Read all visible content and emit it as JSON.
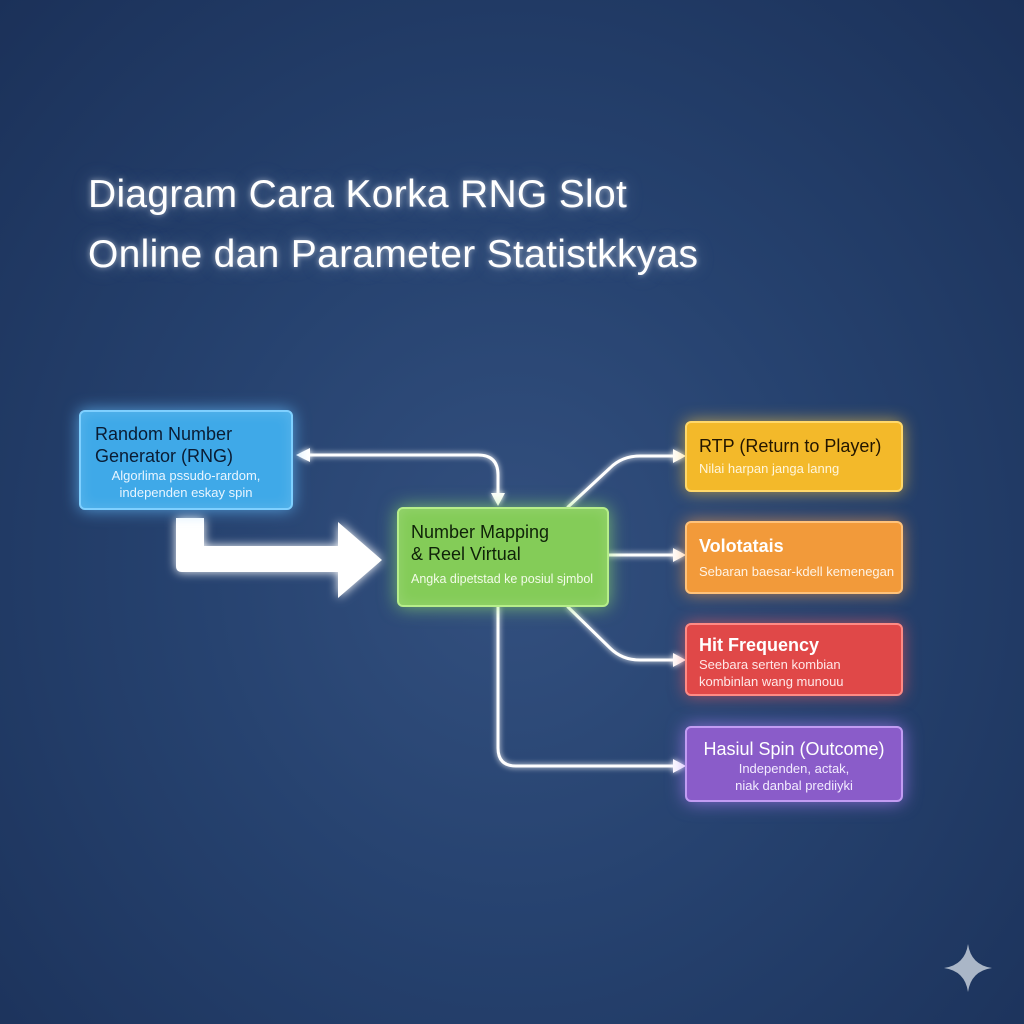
{
  "title": {
    "line1": "Diagram Cara Korka RNG Slot",
    "line2": "Online dan Parameter  Statistkkyas"
  },
  "nodes": {
    "rng": {
      "title_line1": "Random Number",
      "title_line2": "Generator (RNG)",
      "desc_line1": "Algorlima pssudo-rardom,",
      "desc_line2": "independen eskay spin"
    },
    "mapping": {
      "title_line1": "Number Mapping",
      "title_line2": "& Reel Virtual",
      "desc_line1": "Angka dipetstad ke posiul sjmbol"
    },
    "rtp": {
      "title": "RTP (Return to Player)",
      "desc_line1": "Nilai harpan janga lanng"
    },
    "volatility": {
      "title": "Volotatais",
      "desc_line1": "Sebaran baesar-kdell kemenegan"
    },
    "hit_frequency": {
      "title": "Hit Frequency",
      "desc_line1": "Seebara serten kombian",
      "desc_line2": "kombinlan wang munouu"
    },
    "outcome": {
      "title": "Hasiul Spin (Outcome)",
      "desc_line1": "Independen, actak,",
      "desc_line2": "niak danbal prediiyki"
    }
  },
  "colors": {
    "background": "#26426f",
    "rng": "#3fa9e8",
    "mapping": "#84cc58",
    "rtp": "#f3b92a",
    "volatility": "#f29a3a",
    "hit_frequency": "#e04848",
    "outcome": "#8a5cc9",
    "connector": "#ffffff"
  },
  "icons": {
    "corner": "sparkle-icon"
  }
}
